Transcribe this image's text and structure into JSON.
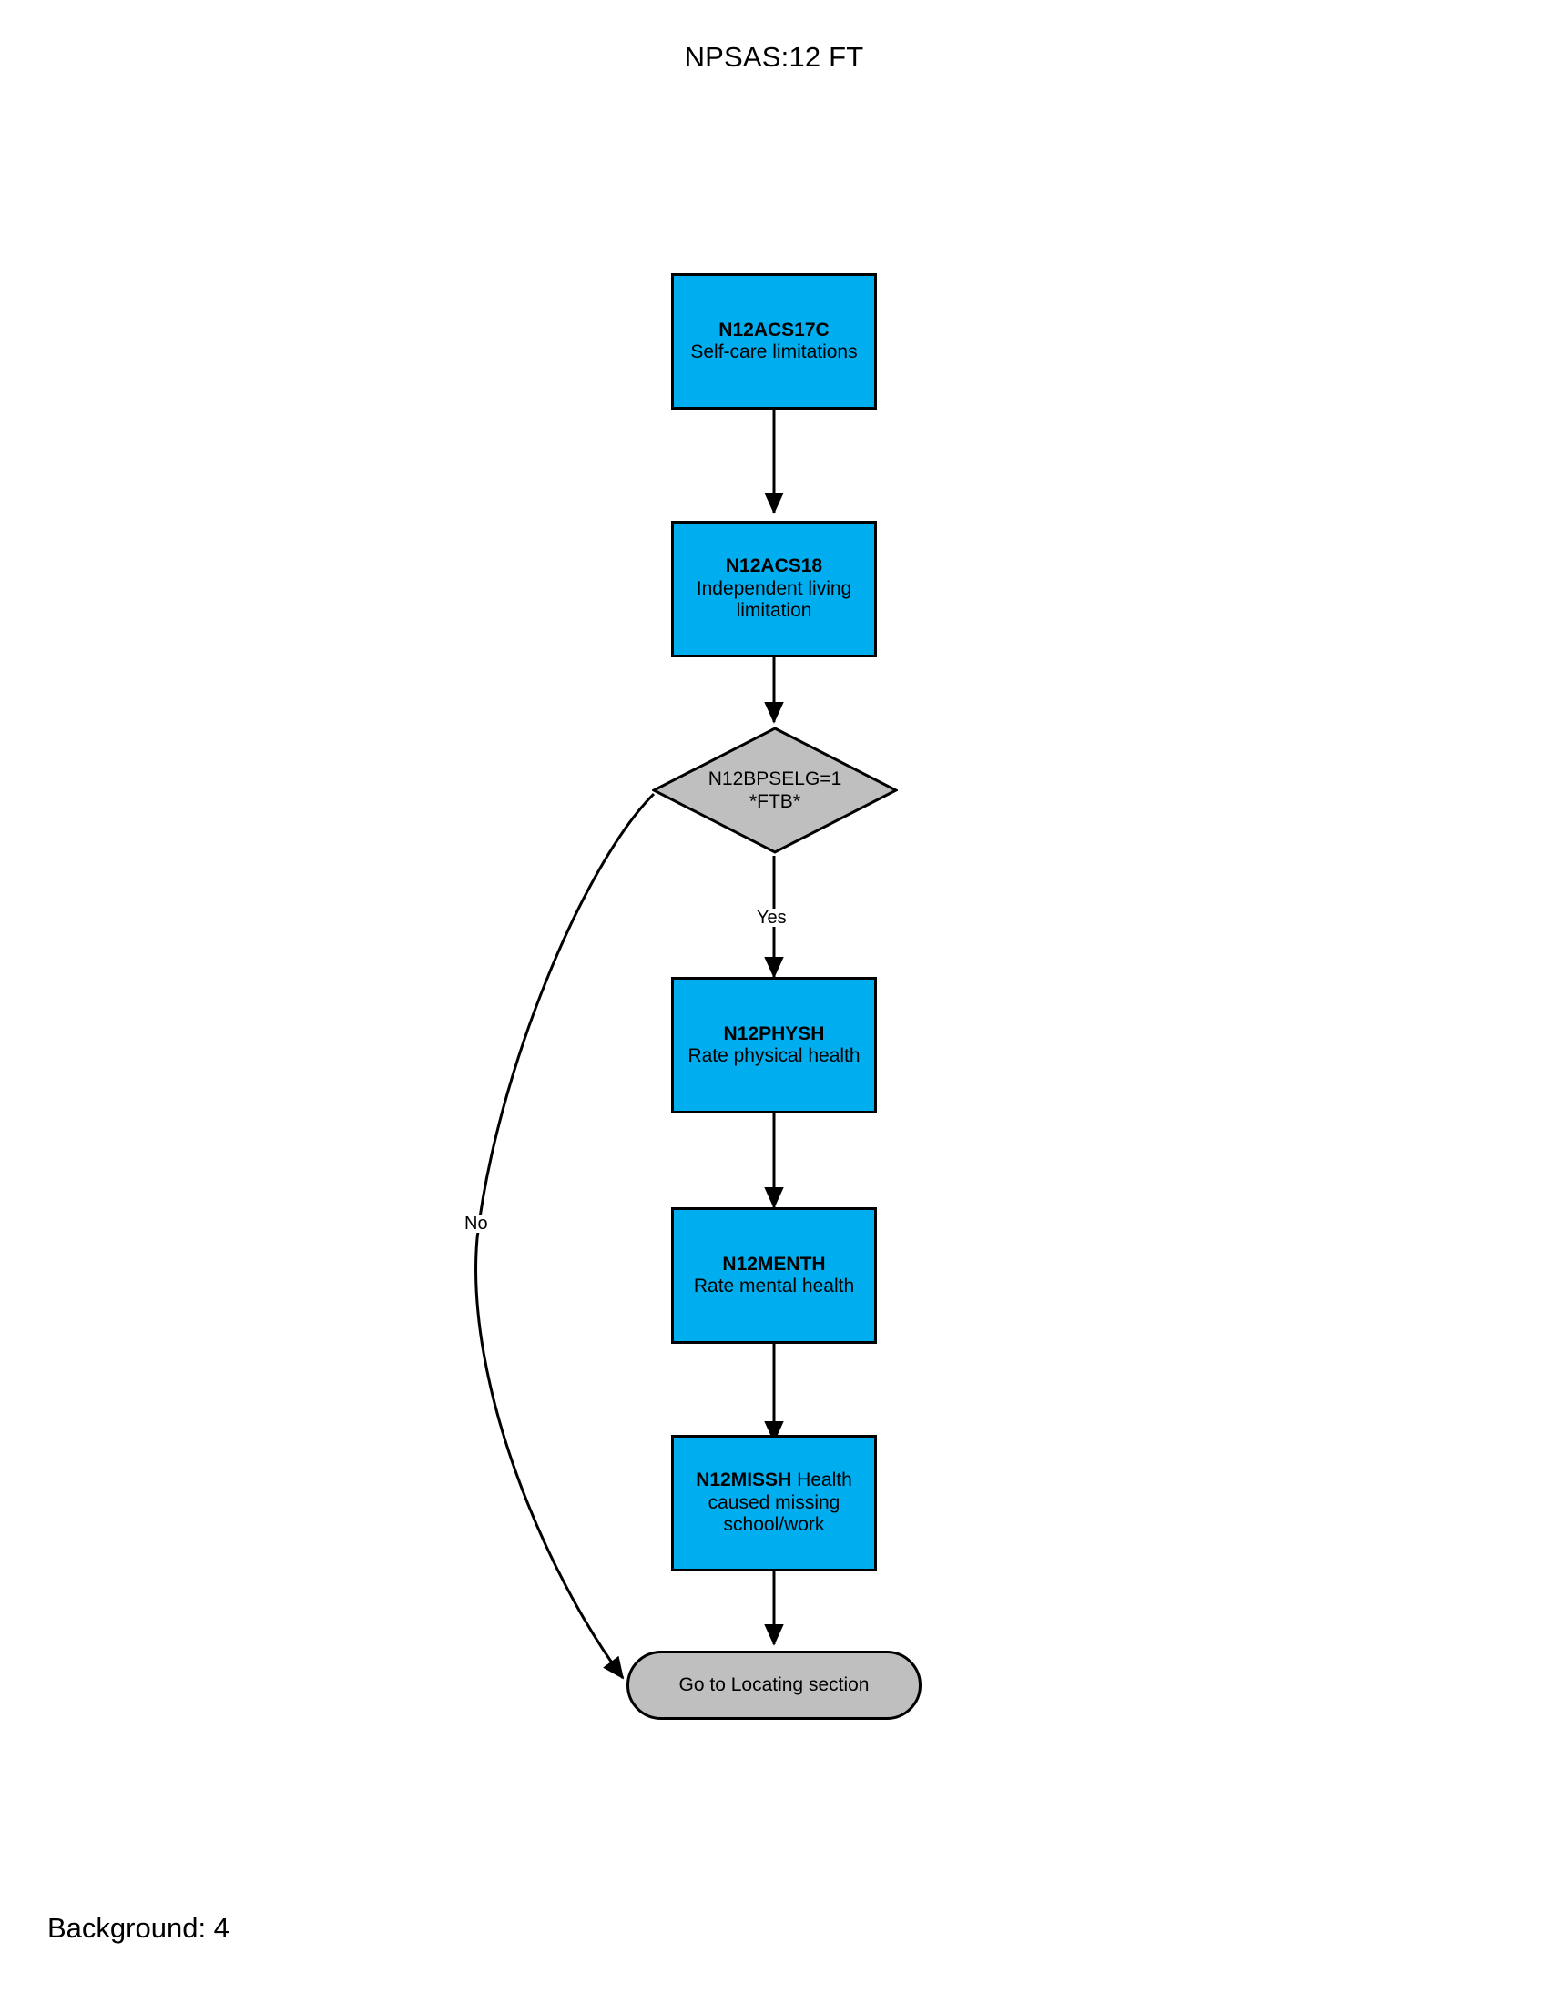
{
  "header": {
    "title": "NPSAS:12 FT"
  },
  "footer": {
    "note": "Background: 4"
  },
  "colors": {
    "process_fill": "#00ADEE",
    "decision_fill": "#BFBFBF",
    "terminal_fill": "#BFBFBF",
    "outline": "#000000",
    "page_background": "#FFFFFF"
  },
  "flowchart": {
    "type": "flowchart",
    "orientation": "top-to-bottom",
    "nodes": [
      {
        "id": "n12acs17c",
        "shape": "process",
        "code": "N12ACS17C",
        "text": "Self-care limitations"
      },
      {
        "id": "n12acs18",
        "shape": "process",
        "code": "N12ACS18",
        "text": "Independent living limitation"
      },
      {
        "id": "n12bpselg",
        "shape": "decision",
        "line1": "N12BPSELG=1",
        "line2": "*FTB*"
      },
      {
        "id": "n12physh",
        "shape": "process",
        "code": "N12PHYSH",
        "text": "Rate physical health"
      },
      {
        "id": "n12menth",
        "shape": "process",
        "code": "N12MENTH",
        "text": "Rate mental health"
      },
      {
        "id": "n12missh",
        "shape": "process",
        "code": "N12MISSH",
        "text": " Health caused missing school/work"
      },
      {
        "id": "locating",
        "shape": "terminal",
        "text": "Go to Locating section"
      }
    ],
    "edge_labels": {
      "yes": "Yes",
      "no": "No"
    }
  }
}
